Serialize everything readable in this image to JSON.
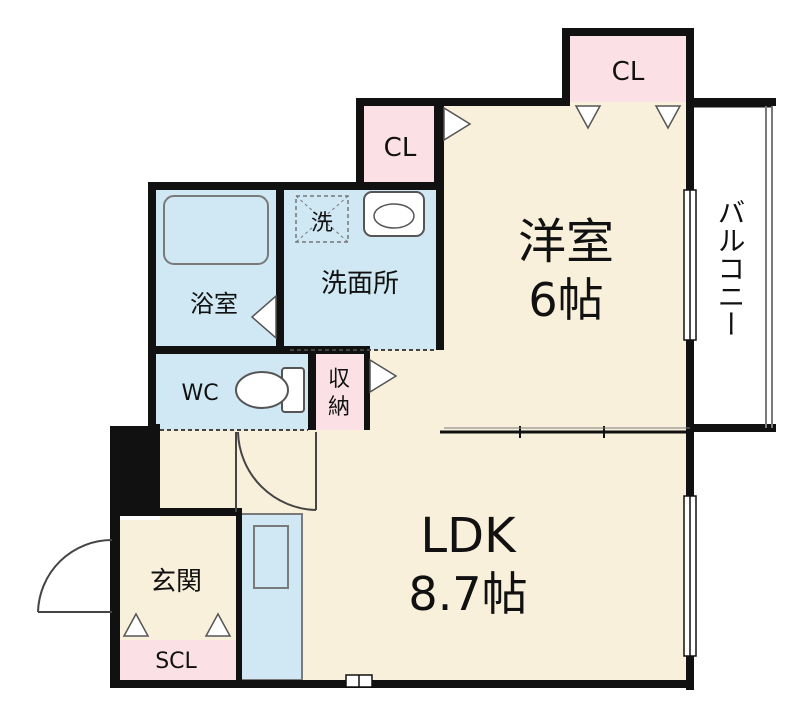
{
  "rooms": {
    "western_room": {
      "name": "洋室",
      "size": "6帖"
    },
    "ldk": {
      "name": "LDK",
      "size": "8.7帖"
    },
    "bath": {
      "name": "浴室"
    },
    "washroom": {
      "name": "洗面所",
      "washer_mark": "洗"
    },
    "wc": {
      "name": "WC"
    },
    "storage": {
      "line1": "収",
      "line2": "納"
    },
    "entrance": {
      "name": "玄関"
    },
    "closet_top": {
      "name": "CL"
    },
    "closet_side": {
      "name": "CL"
    },
    "shoe_closet": {
      "name": "SCL"
    },
    "balcony": {
      "name": "バルコニー"
    }
  },
  "colors": {
    "wall": "#111111",
    "wood_floor": "#f8f0da",
    "wet_area": "#cfe8f4",
    "closet": "#fbe0e6",
    "fixture_line": "#7a7a7a"
  }
}
